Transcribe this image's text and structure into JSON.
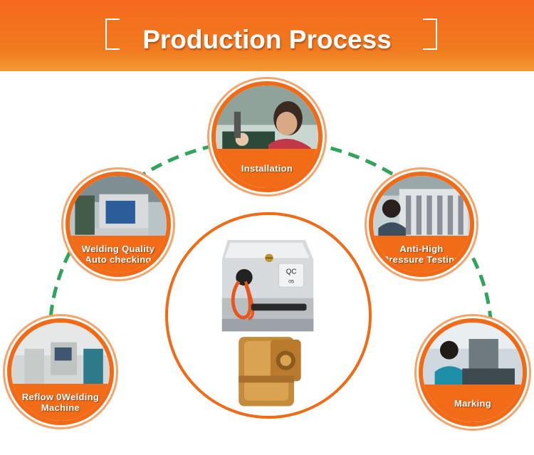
{
  "banner": {
    "title": "Production Process"
  },
  "steps": [
    {
      "label": "Installation"
    },
    {
      "label": "Welding Quality\nAuto checking"
    },
    {
      "label": "Anti-High\nPressure Testing"
    },
    {
      "label": "Reflow 0Welding\nMachine"
    },
    {
      "label": "Marking"
    }
  ],
  "product": {
    "tag_line1": "QC",
    "tag_line2": "05"
  },
  "colors": {
    "accent": "#f26b17",
    "dashed_arc": "#2ea65a"
  }
}
